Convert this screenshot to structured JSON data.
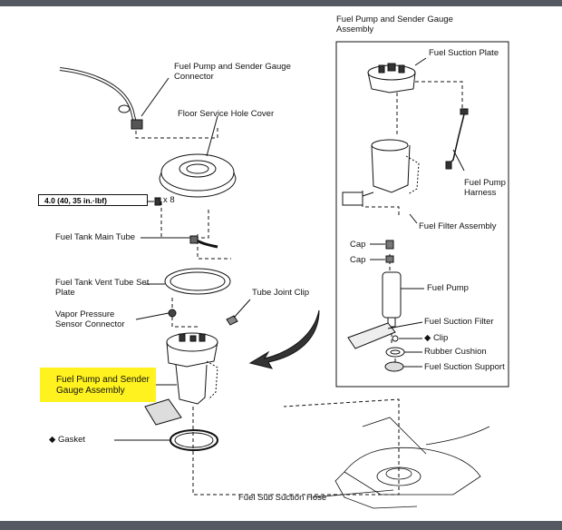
{
  "labels": {
    "connector": "Fuel Pump and Sender Gauge Connector",
    "floor_cover": "Floor Service Hole Cover",
    "torque_spec": "4.0 (40, 35 in.·lbf)",
    "torque_qty": "x 8",
    "main_tube": "Fuel Tank Main Tube",
    "vent_plate": "Fuel Tank Vent Tube Set Plate",
    "tube_clip": "Tube Joint Clip",
    "vapor_sensor": "Vapor Pressure Sensor Connector",
    "pump_assembly": "Fuel Pump and Sender Gauge Assembly",
    "gasket": "◆ Gasket",
    "sub_hose": "Fuel Sub Suction Hose"
  },
  "inset": {
    "title": "Fuel Pump and Sender Gauge Assembly",
    "suction_plate": "Fuel Suction Plate",
    "pump_harness": "Fuel Pump Harness",
    "filter_assembly": "Fuel Filter Assembly",
    "cap1": "Cap",
    "cap2": "Cap",
    "fuel_pump": "Fuel Pump",
    "suction_filter": "Fuel Suction Filter",
    "clip": "◆ Clip",
    "rubber_cushion": "Rubber Cushion",
    "suction_support": "Fuel Suction Support"
  }
}
